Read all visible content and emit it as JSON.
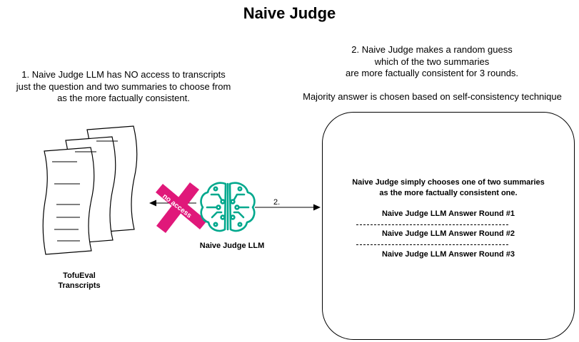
{
  "title": "Naive Judge",
  "note_left": {
    "line1": "1. Naive Judge LLM has NO access to transcripts",
    "line2": "just the question and two summaries to choose from",
    "line3": "as the more factually consistent."
  },
  "note_right": {
    "line1": "2. Naive Judge makes a random guess",
    "line2": "which of the two summaries",
    "line3": "are more factually consistent for 3 rounds."
  },
  "note_majority": "Majority answer is chosen based on self-consistency technique",
  "documents": {
    "label_line1": "TofuEval",
    "label_line2": "Transcripts"
  },
  "blocked_label": "no access",
  "llm": {
    "label": "Naive Judge LLM",
    "icon": "brain-circuit-icon",
    "color": "#01A88D"
  },
  "arrow_label": "2.",
  "result_box": {
    "desc_line1": "Naive Judge simply chooses one of two summaries",
    "desc_line2": "as the more factually consistent one.",
    "rounds": [
      "Naive Judge LLM Answer Round #1",
      "Naive Judge LLM Answer Round #2",
      "Naive Judge LLM Answer Round #3"
    ]
  },
  "colors": {
    "cross": "#E0187A",
    "brain": "#01A88D"
  }
}
